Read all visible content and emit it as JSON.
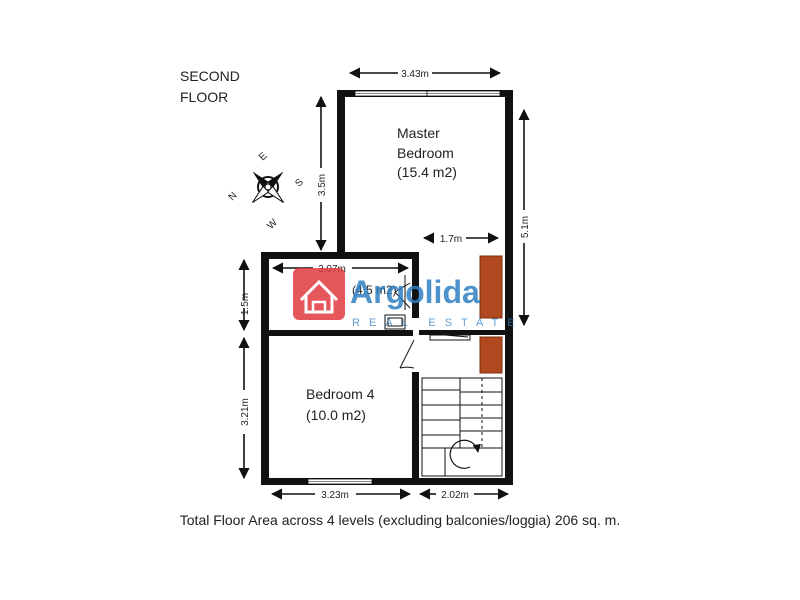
{
  "title_line1": "SECOND",
  "title_line2": "FLOOR",
  "rooms": {
    "master_name_1": "Master",
    "master_name_2": "Bedroom",
    "master_area": "(15.4 m2)",
    "bathroom_area": "(4.5 m2)",
    "bedroom4_name": "Bedroom 4",
    "bedroom4_area": "(10.0 m2)"
  },
  "dimensions": {
    "top_width": "3.43m",
    "master_height": "3.5m",
    "closet_width": "1.7m",
    "right_height": "5.1m",
    "bathroom_width": "3.07m",
    "bathroom_height": "1.5m",
    "bedroom4_height": "3.21m",
    "bottom_left_width": "3.23m",
    "bottom_right_width": "2.02m"
  },
  "compass": {
    "n": "N",
    "e": "E",
    "s": "S",
    "w": "W"
  },
  "watermark": {
    "brand": "Argolida",
    "sub": "REAL ESTATE"
  },
  "footer": "Total Floor Area across 4 levels (excluding  balconies/loggia) 206 sq. m."
}
